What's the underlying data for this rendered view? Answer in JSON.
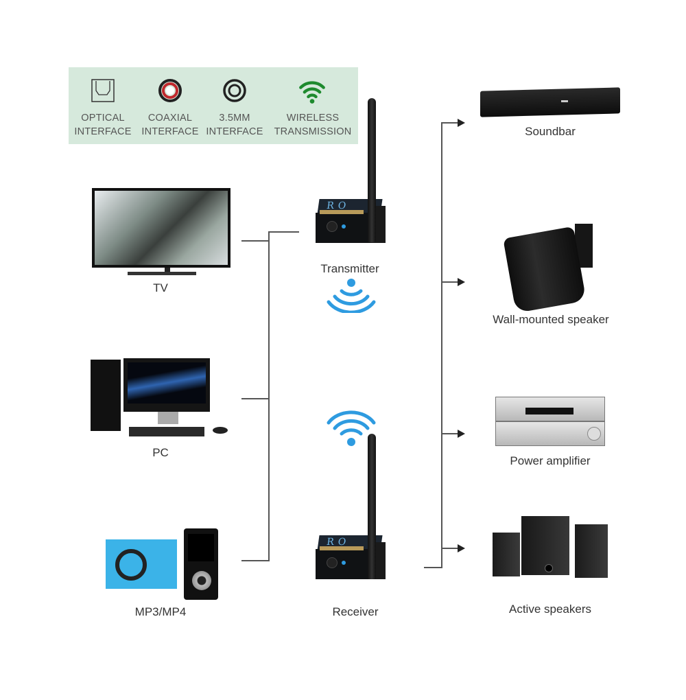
{
  "features": [
    {
      "icon": "optical-port-icon",
      "line1": "OPTICAL",
      "line2": "INTERFACE"
    },
    {
      "icon": "coaxial-port-icon",
      "line1": "COAXIAL",
      "line2": "INTERFACE"
    },
    {
      "icon": "audio-jack-icon",
      "line1": "3.5MM",
      "line2": "INTERFACE"
    },
    {
      "icon": "wifi-icon",
      "line1": "WIRELESS",
      "line2": "TRANSMISSION"
    }
  ],
  "sources": [
    {
      "label": "TV"
    },
    {
      "label": "PC"
    },
    {
      "label": "MP3/MP4"
    }
  ],
  "devices": {
    "transmitter": {
      "label": "Transmitter",
      "logo": "RO"
    },
    "receiver": {
      "label": "Receiver",
      "logo": "RO"
    }
  },
  "outputs": [
    {
      "label": "Soundbar"
    },
    {
      "label": "Wall-mounted speaker"
    },
    {
      "label": "Power amplifier"
    },
    {
      "label": "Active speakers"
    }
  ],
  "colors": {
    "panel_bg": "#d6e9dc",
    "wifi_green": "#1e8a2e",
    "coax_red": "#c0282d",
    "signal_blue": "#2e9be0",
    "line": "#555555"
  }
}
